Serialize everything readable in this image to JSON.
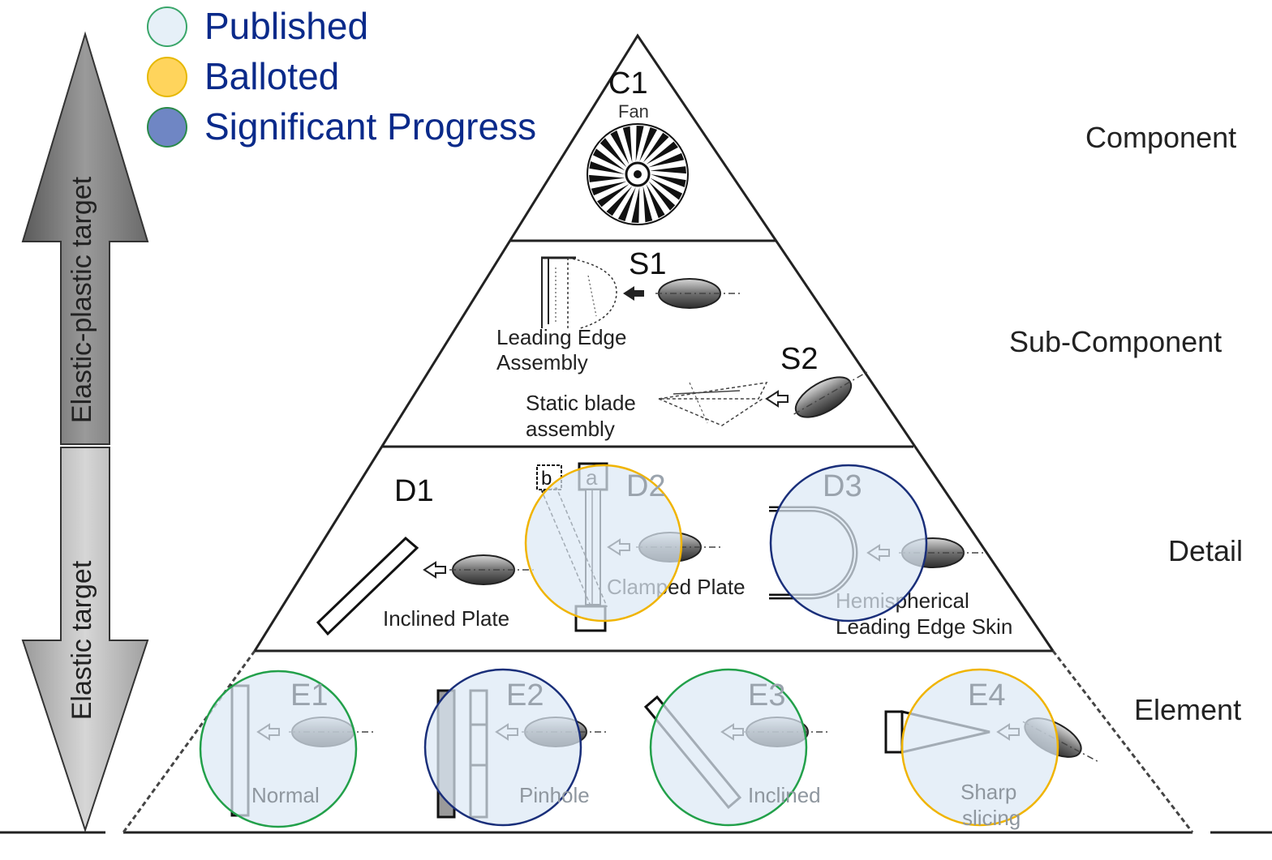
{
  "legend": {
    "items": [
      {
        "label": "Published",
        "fill": "#e6f0f8",
        "stroke": "#3aa66a"
      },
      {
        "label": "Balloted",
        "fill": "#ffd45c",
        "stroke": "#e6b800"
      },
      {
        "label": "Significant Progress",
        "fill": "#6f86c4",
        "stroke": "#2a8a4a"
      }
    ]
  },
  "axis": {
    "upper_label": "Elastic-plastic target",
    "lower_label": "Elastic target"
  },
  "levels": {
    "component": "Component",
    "sub_component": "Sub-Component",
    "detail": "Detail",
    "element": "Element"
  },
  "tests": {
    "c1": {
      "code": "C1",
      "caption": "Fan"
    },
    "s1": {
      "code": "S1",
      "caption_line1": "Leading Edge",
      "caption_line2": "Assembly"
    },
    "s2": {
      "code": "S2",
      "caption_line1": "Static blade",
      "caption_line2": "assembly"
    },
    "d1": {
      "code": "D1",
      "caption": "Inclined Plate"
    },
    "d2": {
      "code": "D2",
      "caption": "Clamped Plate",
      "tag_a": "a",
      "tag_b": "b"
    },
    "d3": {
      "code": "D3",
      "caption_line1": "Hemispherical",
      "caption_line2": "Leading Edge Skin"
    },
    "e1": {
      "code": "E1",
      "caption": "Normal"
    },
    "e2": {
      "code": "E2",
      "caption": "Pinhole"
    },
    "e3": {
      "code": "E3",
      "caption": "Inclined"
    },
    "e4": {
      "code": "E4",
      "caption_line1": "Sharp",
      "caption_line2": "slicing"
    }
  },
  "status": {
    "d2": "Balloted",
    "d3": "Significant Progress",
    "e1": "Published",
    "e2": "Significant Progress",
    "e3": "Published",
    "e4": "Balloted"
  },
  "colors": {
    "published_ring": "#22a04a",
    "balloted_ring": "#f0b400",
    "progress_ring": "#1a2f7a",
    "overlay_fill": "#dce9f5",
    "legend_text": "#0a2a8a"
  },
  "icons": [
    "fan-icon",
    "projectile-icon",
    "arrow-icon",
    "plate-icon",
    "u-skin-icon",
    "wedge-icon",
    "blade-icon",
    "leading-edge-icon"
  ]
}
